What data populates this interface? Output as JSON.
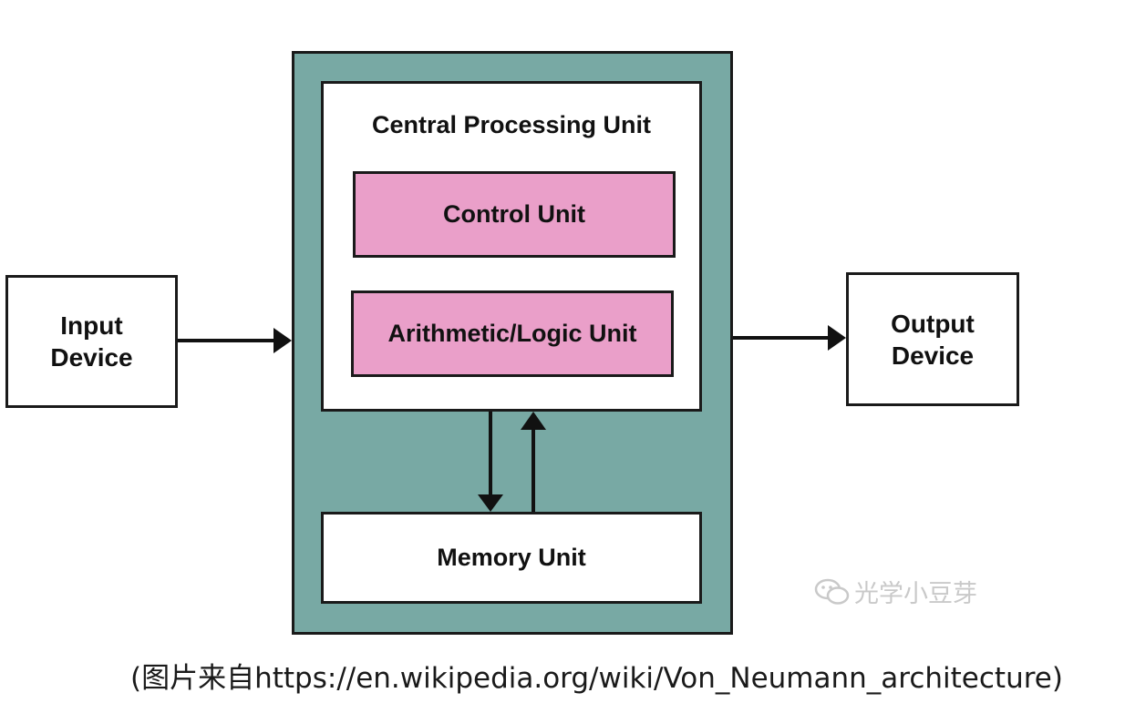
{
  "diagram": {
    "cpu_title": "Central Processing Unit",
    "control_unit": "Control Unit",
    "alu": "Arithmetic/Logic Unit",
    "memory_unit": "Memory Unit",
    "input_device": [
      "Input",
      "Device"
    ],
    "output_device": [
      "Output",
      "Device"
    ]
  },
  "watermark": {
    "text": "光学小豆芽",
    "icon": "wechat-icon"
  },
  "caption": "(图片来自https://en.wikipedia.org/wiki/Von_Neumann_architecture)",
  "colors": {
    "outer_fill": "#78a9a4",
    "unit_fill": "#ea9fc9",
    "border": "#1a1a1a"
  }
}
